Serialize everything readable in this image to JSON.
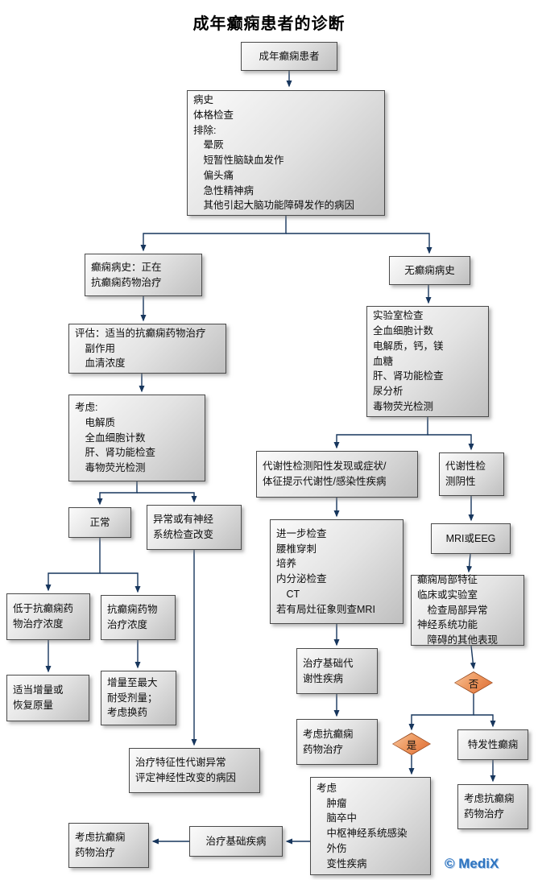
{
  "title": "成年癫痫患者的诊断",
  "watermark": "© MediX",
  "colors": {
    "connector_line": "#17365D",
    "box_border": "#4a4a4a",
    "box_fill_light": "#fbfbfb",
    "box_fill_dark": "#bfbfbf",
    "diamond_fill": "#dd6a33",
    "watermark_blue": "#2e74c0"
  },
  "nodes": {
    "patient": "成年癫痫患者",
    "workup": "病史\n体格检查\n排除:\n　晕厥\n　短暂性脑缺血发作\n　偏头痛\n　急性精神病\n　其他引起大脑功能障碍发作的病因",
    "hx_on_aed": "癫痫病史：正在\n抗癫痫药物治疗",
    "no_hx": "无癫痫病史",
    "assess": "评估：适当的抗癫痫药物治疗\n　副作用\n　血清浓度",
    "consider_labs": "考虑:\n　电解质\n　全血细胞计数\n　肝、肾功能检查\n　毒物荧光检测",
    "normal": "正常",
    "abnormal": "异常或有神经\n系统检查改变",
    "below_level": "低于抗癫痫药\n物治疗浓度",
    "at_level": "抗癫痫药物\n治疗浓度",
    "increase_dose": "适当增量或\n恢复原量",
    "max_dose": "增量至最大\n耐受剂量；\n考虑换药",
    "treat_metabolic_abn": "治疗特征性代谢异常\n评定神经性改变的病因",
    "lab_tests": "实验室检查\n全血细胞计数\n电解质，钙，镁\n血糖\n肝、肾功能检查\n尿分析\n毒物荧光检测",
    "metab_positive": "代谢性检测阳性发现或症状/\n体征提示代谢性/感染性疾病",
    "metab_negative": "代谢性检\n测阴性",
    "further_tests": "进一步检查\n腰椎穿刺\n培养\n内分泌检查\n　CT\n若有局灶征象则查MRI",
    "treat_metab_disease": "治疗基础代\n谢性疾病",
    "consider_aed_1": "考虑抗癫痫\n药物治疗",
    "mri_eeg": "MRI或EEG",
    "focal_features": "癫痫局部特征\n临床或实验室\n　检查局部异常\n神经系统功能\n　障碍的其他表现",
    "no_label": "否",
    "yes_label": "是",
    "idiopathic": "特发性癫痫",
    "consider_aed_2": "考虑抗癫痫\n药物治疗",
    "consider_causes": "考虑\n　肿瘤\n　脑卒中\n　中枢神经系统感染\n　外伤\n　变性疾病",
    "treat_underlying": "治疗基础疾病",
    "consider_aed_3": "考虑抗癫痫\n药物治疗"
  }
}
